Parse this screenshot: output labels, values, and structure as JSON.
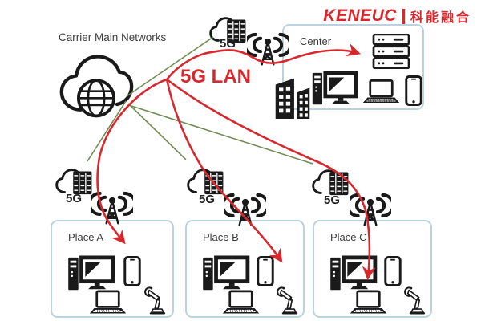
{
  "logo": {
    "text_en": "KENEUC",
    "text_cn": "科能融合"
  },
  "labels": {
    "carrier_network": "Carrier Main Networks",
    "lan_label": "5G LAN"
  },
  "nodes": [
    {
      "id": "top",
      "label": "5G"
    },
    {
      "id": "left",
      "label": "5G"
    },
    {
      "id": "middle",
      "label": "5G"
    },
    {
      "id": "right",
      "label": "5G"
    }
  ],
  "center_box": {
    "label": "Center"
  },
  "places": [
    {
      "label": "Place A"
    },
    {
      "label": "Place B"
    },
    {
      "label": "Place C"
    }
  ],
  "colors": {
    "red": "#d7282e",
    "green": "#6f8c55",
    "border": "#b9d4e0",
    "ink": "#1a1a1a",
    "text": "#3c3c3c"
  }
}
